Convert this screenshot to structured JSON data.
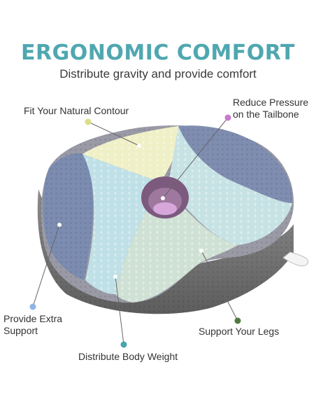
{
  "header": {
    "title": "ERGONOMIC COMFORT",
    "subtitle": "Distribute gravity and provide comfort"
  },
  "callouts": {
    "contour": "Fit Your Natural Contour",
    "tailbone_line1": "Reduce Pressure",
    "tailbone_line2": "on the Tailbone",
    "support_line1": "Provide Extra",
    "support_line2": "Support",
    "legs": "Support  Your Legs",
    "weight": "Distribute Body Weight"
  },
  "colors": {
    "title": "#4fa7b0",
    "dot_contour": "#d9df86",
    "dot_tailbone": "#c77bc8",
    "dot_support": "#8fb4e6",
    "dot_legs": "#4f7a3f",
    "dot_weight": "#4aa3ad"
  }
}
